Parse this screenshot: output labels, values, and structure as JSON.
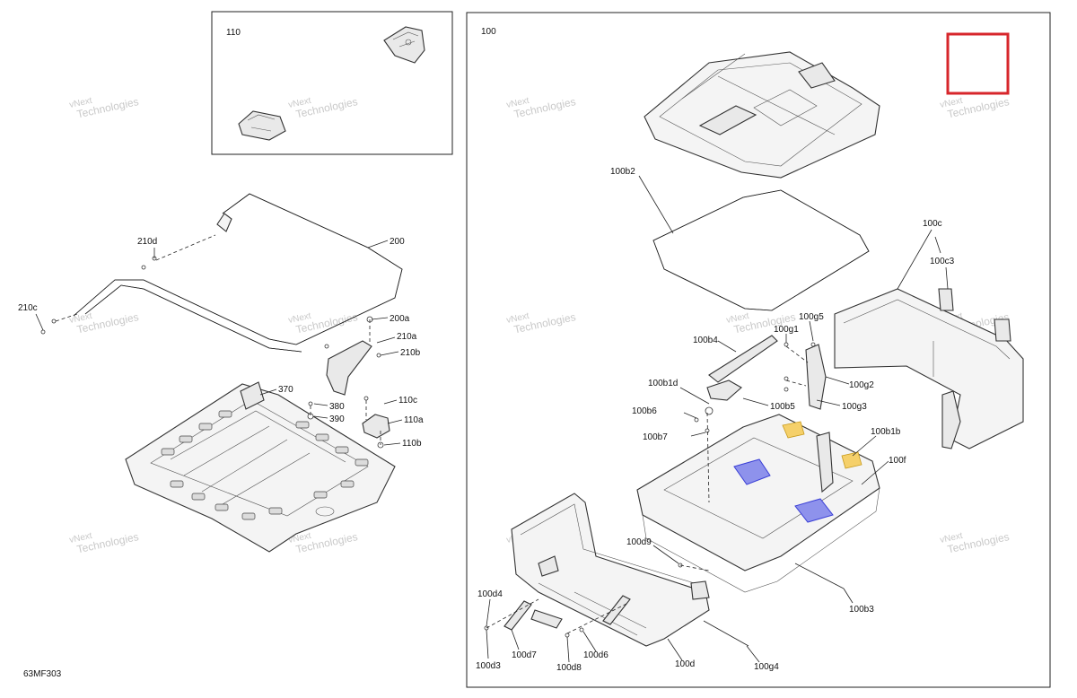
{
  "diagram_code": "63MF303",
  "watermark_text": [
    "vNext",
    "Technologies"
  ],
  "panels": {
    "inset": {
      "label": "110"
    },
    "main": {
      "label": "100"
    }
  },
  "callouts": {
    "c210d": "210d",
    "c210c": "210c",
    "c200": "200",
    "c200a": "200a",
    "c210a": "210a",
    "c210b": "210b",
    "c370": "370",
    "c380": "380",
    "c390": "390",
    "c110c": "110c",
    "c110a": "110a",
    "c110b": "110b",
    "c100b2": "100b2",
    "c100c": "100c",
    "c100c3": "100c3",
    "c100g5": "100g5",
    "c100g1": "100g1",
    "c100b4": "100b4",
    "c100g2": "100g2",
    "c100b1d": "100b1d",
    "c100b5": "100b5",
    "c100g3": "100g3",
    "c100b6": "100b6",
    "c100b7": "100b7",
    "c100b1b": "100b1b",
    "c100f": "100f",
    "c100d9": "100d9",
    "c100d4": "100d4",
    "c100b3": "100b3",
    "c100d7": "100d7",
    "c100d6": "100d6",
    "c100d3": "100d3",
    "c100d8": "100d8",
    "c100d": "100d",
    "c100g4": "100g4"
  },
  "colors": {
    "highlight_box": "#d7262b",
    "blue_part": "#3a3fd6",
    "yellow_part": "#f5c542",
    "line": "#222222"
  }
}
